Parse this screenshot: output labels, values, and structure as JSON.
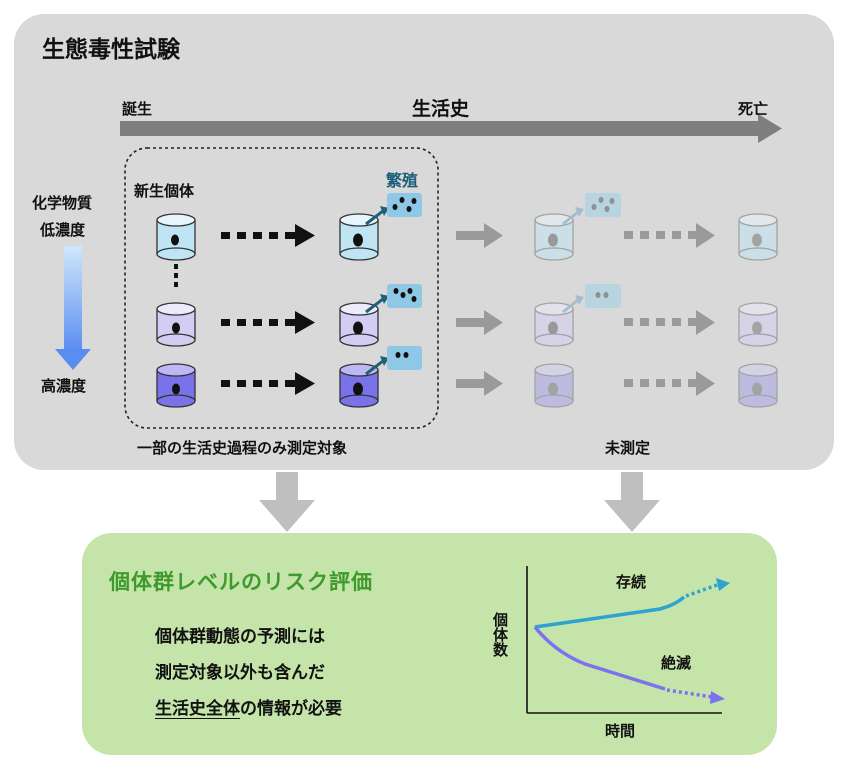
{
  "top_panel": {
    "title": "生態毒性試験",
    "timeline": {
      "start": "誕生",
      "center": "生活史",
      "end": "死亡"
    },
    "concentration": {
      "header_line1": "化学物質",
      "low": "低濃度",
      "high": "高濃度"
    },
    "new_individual": "新生個体",
    "reproduction": "繁殖",
    "measured_caption": "一部の生活史過程のみ測定対象",
    "unmeasured_caption": "未測定",
    "colors": {
      "low": "#bfe4f3",
      "mid": "#d4cdf3",
      "high": "#7a72e8",
      "panel": "#d9d9d9"
    }
  },
  "bottom_panel": {
    "title": "個体群レベルのリスク評価",
    "line1": "個体群動態の予測には",
    "line2": "測定対象以外も含んだ",
    "line3_underlined": "生活史全体",
    "line3_rest": "の情報が必要",
    "chart": {
      "ylabel": "個体数",
      "xlabel": "時間",
      "series_survive": "存続",
      "series_extinct": "絶滅",
      "color_survive": "#2ea3cf",
      "color_extinct": "#7c72f0"
    }
  }
}
